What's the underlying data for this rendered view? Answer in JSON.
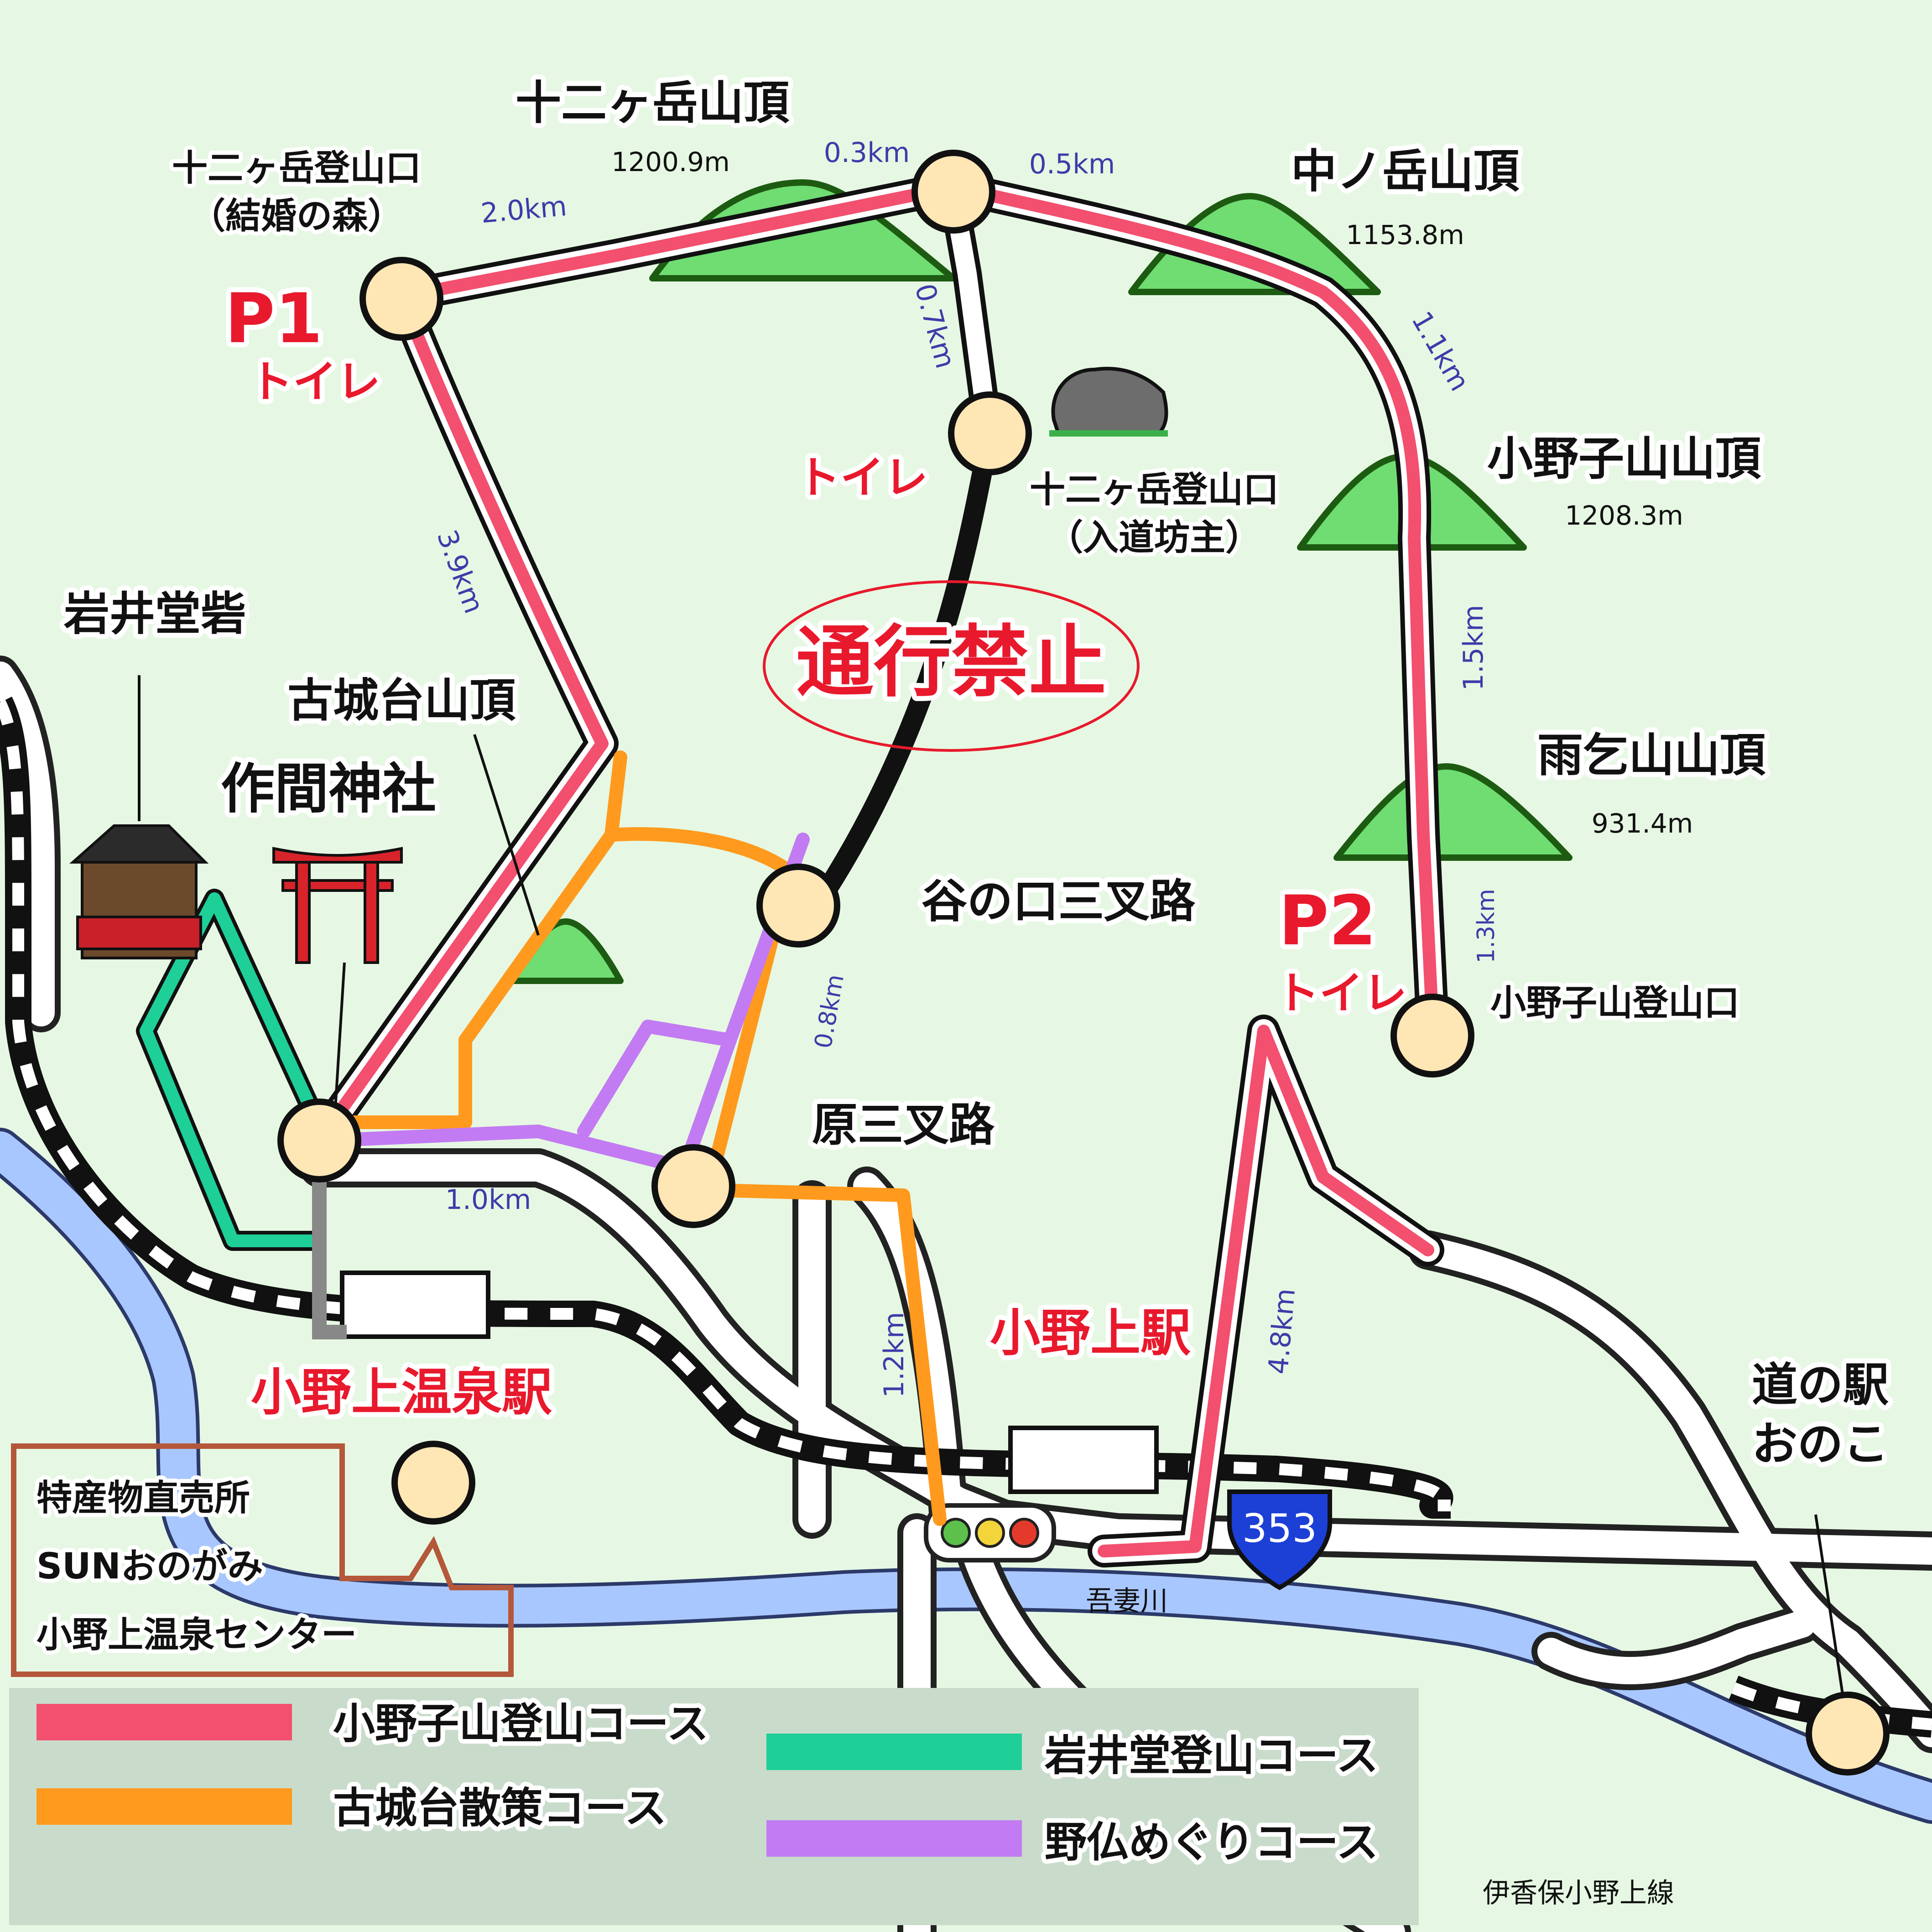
{
  "peaks": {
    "juniga": {
      "name": "十二ヶ岳山頂",
      "elev": "1200.9m"
    },
    "nakanodake": {
      "name": "中ノ岳山頂",
      "elev": "1153.8m"
    },
    "onoko": {
      "name": "小野子山山頂",
      "elev": "1208.3m"
    },
    "amagoi": {
      "name": "雨乞山山頂",
      "elev": "931.4m"
    },
    "kojoudai": {
      "name": "古城台山頂"
    }
  },
  "trailheads": {
    "juniga_marriage": {
      "line1": "十二ヶ岳登山口",
      "line2": "（結婚の森）"
    },
    "juniga_nyudo": {
      "line1": "十二ヶ岳登山口",
      "line2": "（入道坊主）"
    },
    "onoko": "小野子山登山口"
  },
  "parking": {
    "p1": {
      "label": "P1",
      "toilet": "トイレ"
    },
    "p2": {
      "label": "P2",
      "toilet": "トイレ"
    },
    "toilet_mid": "トイレ"
  },
  "junctions": {
    "taninokuchi": "谷の口三叉路",
    "hara": "原三叉路"
  },
  "landmarks": {
    "iwaidou": "岩井堂砦",
    "sakuma": "作間神社",
    "michinoeki_1": "道の駅",
    "michinoeki_2": "おのこ"
  },
  "stations": {
    "onokami_onsen": "小野上温泉駅",
    "onokami": "小野上駅"
  },
  "warning": "通行禁止",
  "distances": {
    "d1": "2.0km",
    "d2": "0.3km",
    "d3": "0.5km",
    "d4": "0.7km",
    "d5": "1.1km",
    "d6": "3.9km",
    "d7": "1.5km",
    "d8": "1.3km",
    "d9": "0.8km",
    "d10": "1.0km",
    "d11": "1.2km",
    "d12": "4.8km"
  },
  "shop": {
    "line1": "特産物直売所",
    "line2": "SUNおのがみ",
    "line3": "小野上温泉センター"
  },
  "route_sign": "353",
  "river": "吾妻川",
  "road_name": "伊香保小野上線",
  "legend": [
    {
      "label": "小野子山登山コース",
      "color": "#f2506e"
    },
    {
      "label": "古城台散策コース",
      "color": "#ff9a1e"
    },
    {
      "label": "岩井堂登山コース",
      "color": "#1fcf98"
    },
    {
      "label": "野仏めぐりコース",
      "color": "#c27bf2"
    }
  ]
}
